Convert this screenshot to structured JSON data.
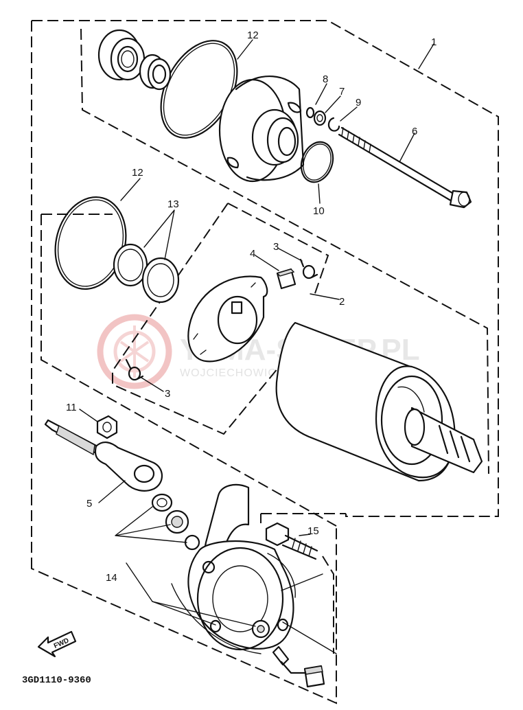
{
  "diagram": {
    "part_labels": {
      "p1": "1",
      "p2": "2",
      "p3a": "3",
      "p3b": "3",
      "p4": "4",
      "p5": "5",
      "p6": "6",
      "p7": "7",
      "p8": "8",
      "p9": "9",
      "p10": "10",
      "p11": "11",
      "p12a": "12",
      "p12b": "12",
      "p13": "13",
      "p14": "14",
      "p15": "15"
    },
    "fwd_label": "FWD",
    "drawing_code": "3GD1110-9360"
  },
  "watermark": {
    "brand": "YAMA-SKLEP.PL",
    "subtitle": "WOJCIECHOWICZ | DEALER YAMAHA",
    "logo": "yamaha-tuning-fork-logo",
    "logo_color": "#f2c4c4"
  }
}
